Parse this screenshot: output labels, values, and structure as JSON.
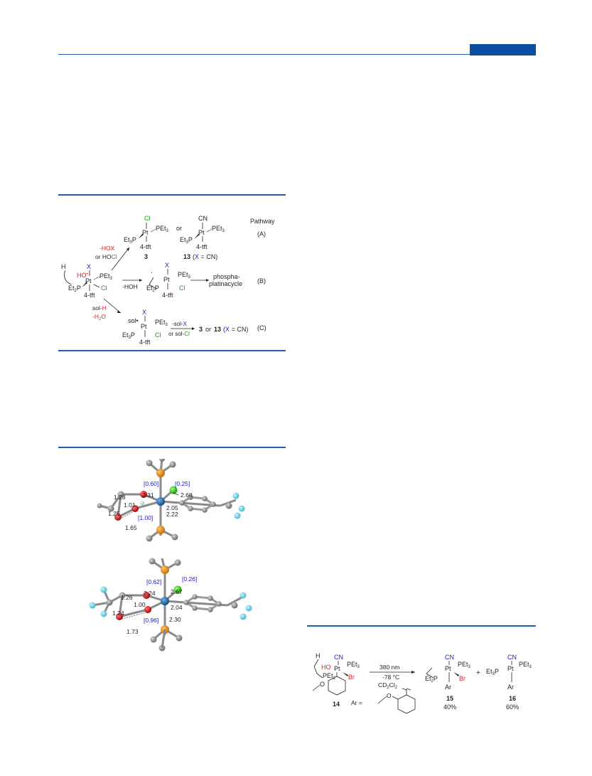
{
  "scheme1": {
    "pathway_label": "Pathway",
    "pathway_a": "(A)",
    "pathway_b": "(B)",
    "pathway_c": "(C)",
    "or": "or",
    "cl": "Cl",
    "cn": "CN",
    "x": "X",
    "h": "H",
    "pet3": "PEt",
    "pet3_sub": "3",
    "et3p": "Et",
    "et3p_sub": "3",
    "p": "P",
    "pt": "Pt",
    "tft": "4-tft",
    "compound3": "3",
    "compound13": "13",
    "compound13_paren_open": "(",
    "compound13_paren_x": "X",
    "compound13_paren_rest": " = CN)",
    "et2p": "Et",
    "et2p_sub": "2",
    "ho": "HO",
    "ho_dot": "•",
    "minus_hox": "-HOX",
    "or_hocl_pre": "or HO",
    "or_hocl_cl": "Cl",
    "minus_hoh": "-HOH",
    "phospha": "phospha-",
    "platinacycle": "platinacycle",
    "sol_pre": "sol-",
    "sol_h": "H",
    "minus_h2o": "-H",
    "minus_h2o_sub": "2",
    "minus_h2o_end": "O",
    "sol_dot": "sol•",
    "minus_solx_pre": "-sol-",
    "minus_solx_x": "X",
    "or_solcl_pre": "or sol-",
    "or_solcl_cl": "Cl",
    "c_result_3": "3",
    "c_result_or": "or",
    "c_result_13": "13"
  },
  "figure1": {
    "top": {
      "lbl_060": "[0.60]",
      "lbl_025": "[0.25]",
      "lbl_128": "1.28",
      "lbl_231": "2.31",
      "lbl_268": "2.68",
      "lbl_101": "1.01",
      "lbl_205": "2.05",
      "lbl_125": "1.25",
      "lbl_222": "2.22",
      "lbl_100": "[1.00]",
      "lbl_165": "1.65"
    },
    "bottom": {
      "lbl_062": "[0.62]",
      "lbl_026": "[0.26]",
      "lbl_126": "1.26",
      "lbl_224": "2.24",
      "lbl_267": "2.67",
      "lbl_100": "1.00",
      "lbl_204": "2.04",
      "lbl_124": "1.24",
      "lbl_096": "[0.96]",
      "lbl_230": "2.30",
      "lbl_173": "1.73"
    }
  },
  "scheme2": {
    "h": "H",
    "cn": "CN",
    "ho": "HO",
    "pet3": "PEt",
    "pet3_sub": "3",
    "pt": "Pt",
    "pet2": "PEt",
    "pet2_sub": "2",
    "br": "Br",
    "o": "O",
    "cond_wavelength": "380 nm",
    "cond_temp": "-78 °C",
    "cond_solvent": "CD",
    "cond_solvent_sub1": "2",
    "cond_solvent_mid": "Cl",
    "cond_solvent_sub2": "2",
    "et2p": "Et",
    "et2p_sub": "2",
    "p": "P",
    "ar": "Ar",
    "plus": "+",
    "et3p": "Et",
    "et3p_sub": "3",
    "compound14": "14",
    "compound15": "15",
    "compound16": "16",
    "ar_eq": "Ar =",
    "yield15": "40%",
    "yield16": "60%"
  }
}
